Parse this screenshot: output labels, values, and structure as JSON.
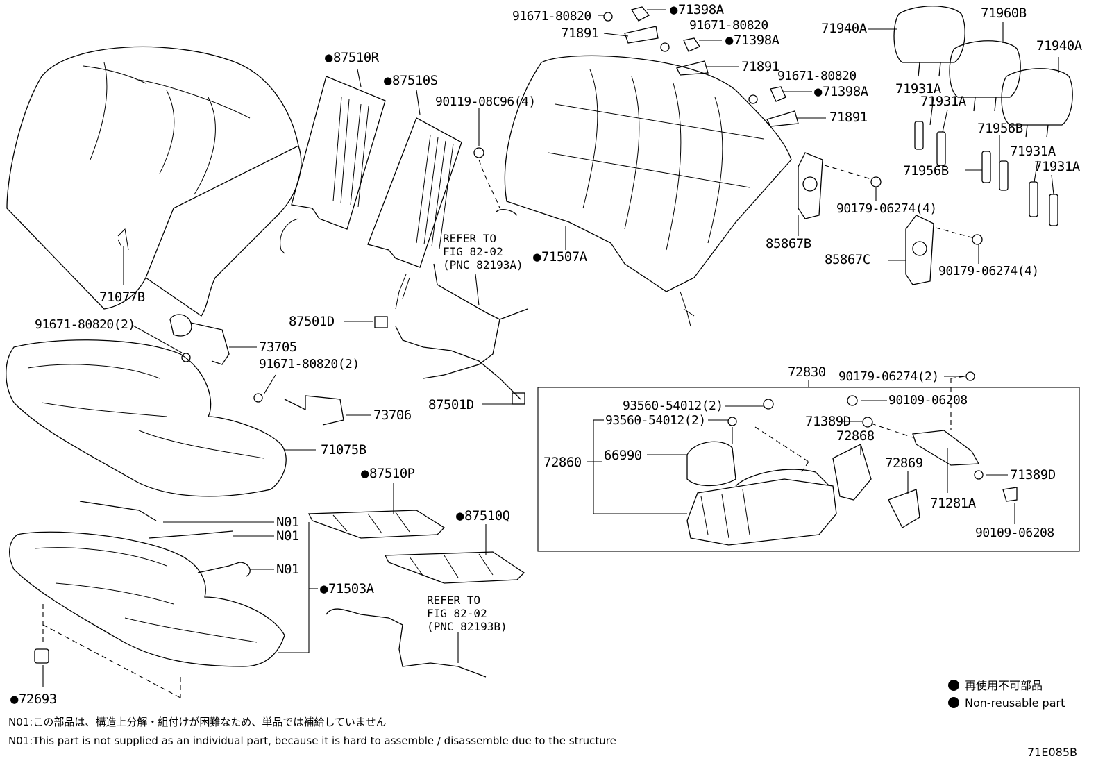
{
  "diagram_code": "71E085B",
  "labels": {
    "p71077B": "71077B",
    "p87510R": "87510R",
    "p87510S": "87510S",
    "p90119": "90119-08C96(4)",
    "p91671_top1": "91671-80820",
    "p71398A_1": "71398A",
    "p71891_1": "71891",
    "p91671_top2": "91671-80820",
    "p71398A_2": "71398A",
    "p71891_2": "71891",
    "p91671_top3": "91671-80820",
    "p71398A_3": "71398A",
    "p71891_3": "71891",
    "p71940A_1": "71940A",
    "p71960B": "71960B",
    "p71940A_2": "71940A",
    "p71931A_1": "71931A",
    "p71931A_2": "71931A",
    "p71956B_1": "71956B",
    "p71931A_3": "71931A",
    "p71956B_2": "71956B",
    "p71931A_4": "71931A",
    "p90179_1": "90179-06274(4)",
    "p85867B": "85867B",
    "p85867C": "85867C",
    "p90179_2": "90179-06274(4)",
    "p71507A": "71507A",
    "p87501D_1": "87501D",
    "p87501D_2": "87501D",
    "p91671_2a": "91671-80820(2)",
    "p73705": "73705",
    "p91671_2b": "91671-80820(2)",
    "p73706": "73706",
    "p71075B": "71075B",
    "p87510P": "87510P",
    "p87510Q": "87510Q",
    "pN01_1": "N01",
    "pN01_2": "N01",
    "pN01_3": "N01",
    "p71503A": "71503A",
    "p72693": "72693",
    "p72830": "72830",
    "p90179_3": "90179-06274(2)",
    "p93560_1": "93560-54012(2)",
    "p90109_1": "90109-06208",
    "p93560_2": "93560-54012(2)",
    "p71389D_1": "71389D",
    "p72868": "72868",
    "p72860": "72860",
    "p66990": "66990",
    "p72869": "72869",
    "p71389D_2": "71389D",
    "p71281A": "71281A",
    "p90109_2": "90109-06208"
  },
  "refs": {
    "ref1": "REFER TO\nFIG 82-02\n(PNC 82193A)",
    "ref2": "REFER TO\nFIG 82-02\n(PNC 82193B)"
  },
  "legend": {
    "jp": "再使用不可部品",
    "en": "Non-reusable part"
  },
  "notes": {
    "jp": "N01:この部品は、構造上分解・組付けが困難なため、単品では補給していません",
    "en": "N01:This part is not supplied as an individual part, because it is hard to assemble / disassemble due to the structure"
  }
}
